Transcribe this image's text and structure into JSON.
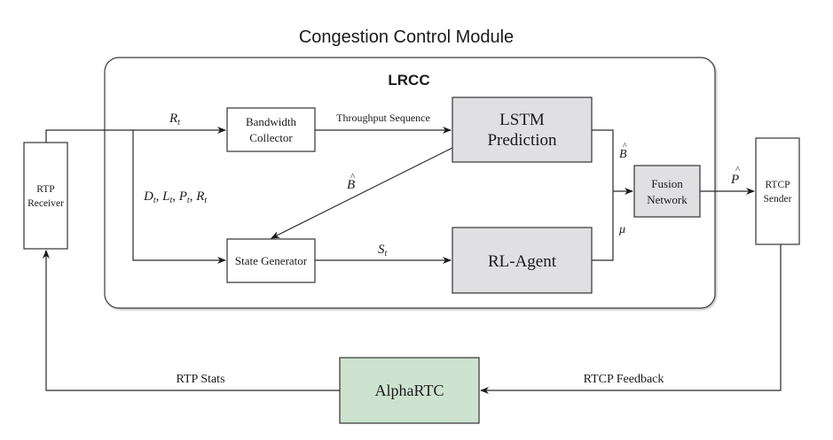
{
  "title": "Congestion Control Module",
  "module": {
    "label": "LRCC"
  },
  "colors": {
    "gray_box": "#e0e0e2",
    "green_box": "#cde3cf",
    "white_box": "#ffffff",
    "stroke": "#2a2a2a"
  },
  "nodes": {
    "rtp_receiver": {
      "line1": "RTP",
      "line2": "Receiver"
    },
    "bandwidth_collector": {
      "line1": "Bandwidth",
      "line2": "Collector"
    },
    "state_generator": {
      "label": "State Generator"
    },
    "lstm": {
      "line1": "LSTM",
      "line2": "Prediction"
    },
    "rl_agent": {
      "label": "RL-Agent"
    },
    "fusion": {
      "line1": "Fusion",
      "line2": "Network"
    },
    "rtcp_sender": {
      "line1": "RTCP",
      "line2": "Sender"
    },
    "alphartc": {
      "label": "AlphaRTC"
    }
  },
  "edges": {
    "rt": {
      "base": "R",
      "sub": "t"
    },
    "throughput": "Throughput Sequence",
    "states_in": "D_t, L_t, P_t, R_t",
    "states_parts": [
      {
        "base": "D",
        "sub": "t"
      },
      {
        "base": "L",
        "sub": "t"
      },
      {
        "base": "P",
        "sub": "t"
      },
      {
        "base": "R",
        "sub": "t"
      }
    ],
    "b_hat_diag": {
      "base": "B",
      "hat": "^"
    },
    "st": {
      "base": "S",
      "sub": "t"
    },
    "b_hat_fusion": {
      "base": "B",
      "hat": "^"
    },
    "mu": "μ",
    "p_hat": {
      "base": "P",
      "hat": "^"
    },
    "rtp_stats": "RTP Stats",
    "rtcp_feedback": "RTCP Feedback"
  }
}
